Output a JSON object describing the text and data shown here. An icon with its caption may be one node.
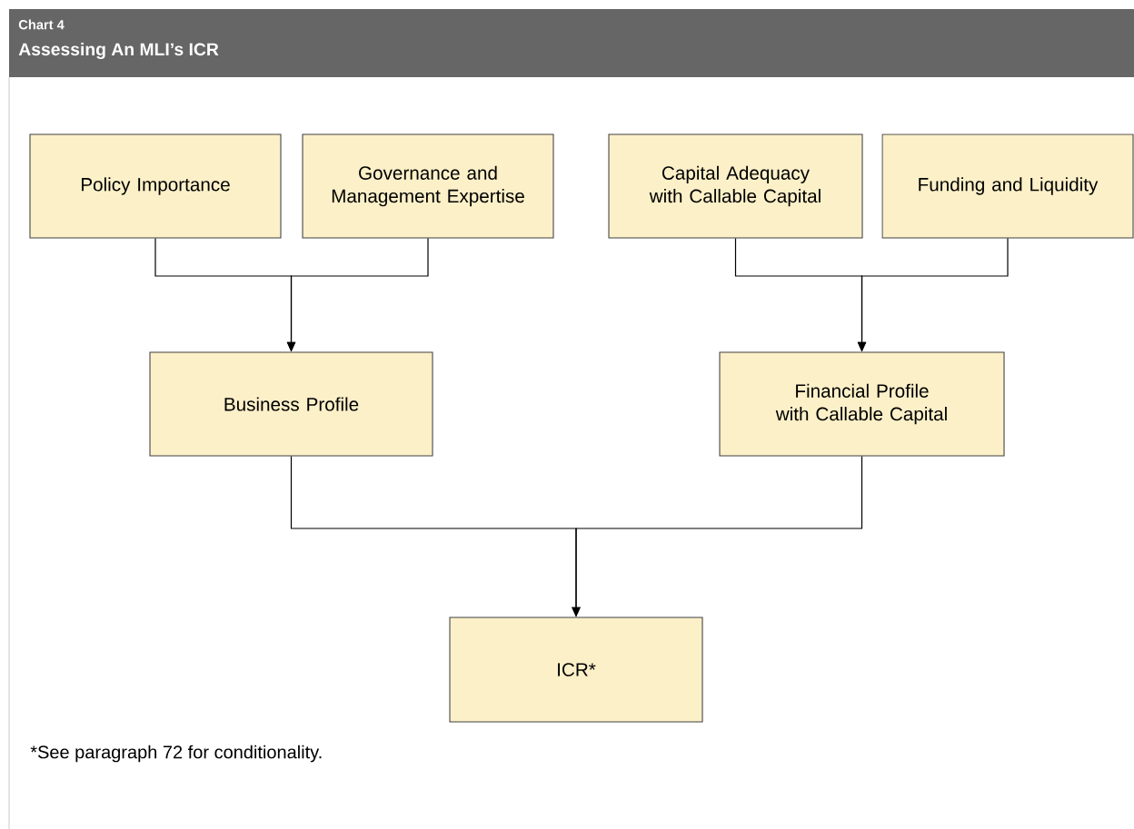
{
  "diagram": {
    "title": "Assessing An MLI’s ICR",
    "nodes": [
      {
        "text": [
          "Policy Importance"
        ]
      },
      {
        "text": [
          "Governance and Management Expertise"
        ]
      },
      {
        "text": [
          "Capital Adequacy with Callable Capital"
        ]
      },
      {
        "text": [
          "Funding and Liquidity"
        ]
      },
      {
        "text": [
          "Business Profile"
        ]
      },
      {
        "text": [
          "Financial Profile with Callable Capital"
        ]
      },
      {
        "text": [
          "ICR*"
        ]
      }
    ],
    "edges": [
      {
        "from": 0,
        "to": 4,
        "arrow": "to"
      },
      {
        "from": 1,
        "to": 4,
        "arrow": "to"
      },
      {
        "from": 2,
        "to": 5,
        "arrow": "to"
      },
      {
        "from": 3,
        "to": 5,
        "arrow": "to"
      },
      {
        "from": 4,
        "to": 6,
        "arrow": "to"
      },
      {
        "from": 5,
        "to": 6,
        "arrow": "to"
      }
    ],
    "labels": [
      "Chart 4",
      "*See paragraph 72 for conditionality."
    ]
  }
}
